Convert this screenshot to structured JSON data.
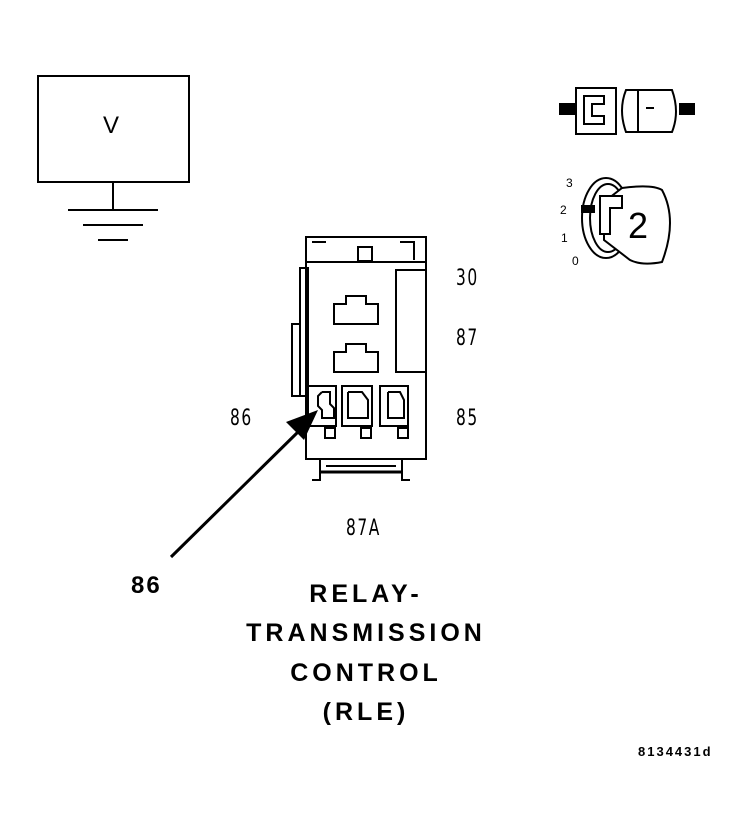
{
  "meter": {
    "label": "V"
  },
  "relay": {
    "pins": {
      "p30": "30",
      "p87": "87",
      "p86": "86",
      "p85": "85",
      "p87a": "87A"
    }
  },
  "pointer": {
    "label": "86"
  },
  "title": {
    "line1": "RELAY-",
    "line2": "TRANSMISSION",
    "line3": "CONTROL",
    "line4": "(RLE)"
  },
  "key": {
    "positions": [
      "3",
      "2",
      "1",
      "0"
    ],
    "number": "2"
  },
  "reference": "8134431d"
}
